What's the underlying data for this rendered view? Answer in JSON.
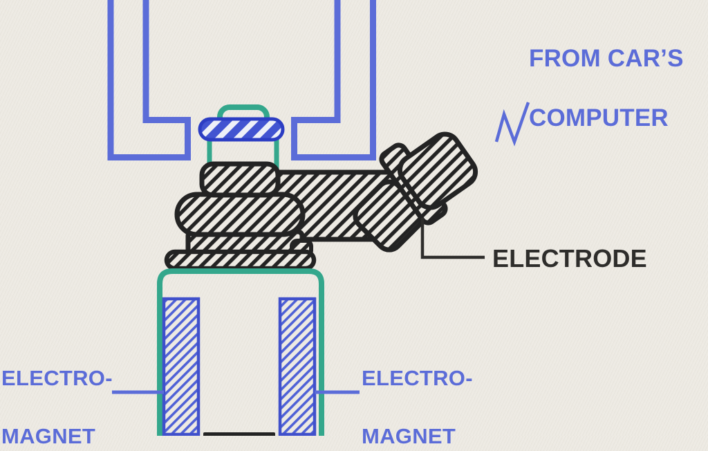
{
  "diagram": {
    "subject": "fuel-injector-cutaway",
    "labels": {
      "from_computer": {
        "line1": "FROM CAR’S",
        "line2": "COMPUTER",
        "color": "#5b6cd8"
      },
      "electrode": {
        "text": "ELECTRODE",
        "color": "#2e2d2b"
      },
      "electromagnet_left": {
        "line1": "ELECTRO-",
        "line2": "MAGNET",
        "color": "#5b6cd8"
      },
      "electromagnet_right": {
        "line1": "ELECTRO-",
        "line2": "MAGNET",
        "color": "#5b6cd8"
      }
    },
    "icons": [
      "lightning-zigzag-icon",
      "wire-left-icon",
      "wire-right-icon"
    ],
    "colors": {
      "background": "#edeae3",
      "label_blue": "#5b6cd8",
      "wire_blue": "#5b6cd8",
      "connector_outline_blue": "#2c3dc3",
      "connector_fill_blue": "#4254d1",
      "connector_stripe_light": "#eef0f8",
      "magnet_outline_blue": "#4050cb",
      "magnet_hatch_blue": "#4f61d6",
      "teal": "#34a78c",
      "ink": "#232323",
      "text_dark": "#2e2d2b"
    }
  }
}
